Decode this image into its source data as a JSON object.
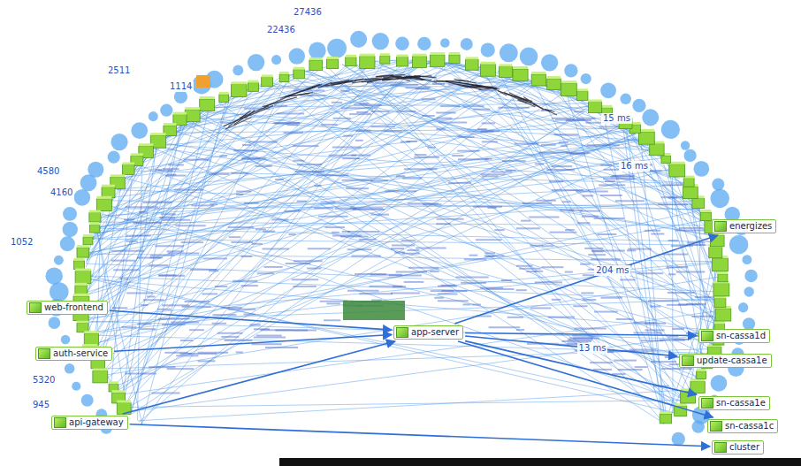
{
  "diagram": {
    "nodes": [
      {
        "text": [
          "web-frontend"
        ]
      },
      {
        "text": [
          "auth-service"
        ]
      },
      {
        "text": [
          "api-gateway"
        ]
      },
      {
        "text": [
          "app-server"
        ]
      },
      {
        "text": [
          "energizes"
        ]
      },
      {
        "text": [
          "sn-cassa1d"
        ]
      },
      {
        "text": [
          "update-cassa1e"
        ]
      },
      {
        "text": [
          "sn-cassa1e"
        ]
      },
      {
        "text": [
          "sn-cassa1c"
        ]
      },
      {
        "text": [
          "cluster"
        ]
      }
    ],
    "edges": [
      {
        "from": 0,
        "to": 3,
        "arrow": "to"
      },
      {
        "from": 1,
        "to": 3,
        "arrow": "to"
      },
      {
        "from": 2,
        "to": 3,
        "arrow": "to"
      },
      {
        "from": 3,
        "to": 4,
        "label": "204 ms",
        "arrow": "to"
      },
      {
        "from": 3,
        "to": 5,
        "arrow": "to"
      },
      {
        "from": 3,
        "to": 6,
        "label": "13 ms",
        "arrow": "to"
      },
      {
        "from": 3,
        "to": 7,
        "arrow": "to"
      },
      {
        "from": 3,
        "to": 8,
        "arrow": "to"
      },
      {
        "from": 2,
        "to": 9,
        "arrow": "to"
      }
    ],
    "labels": [
      "27436",
      "2511",
      "1114",
      "4580",
      "4160",
      "945",
      "5320",
      "1052",
      "22436",
      "15 ms",
      "16 ms"
    ]
  }
}
